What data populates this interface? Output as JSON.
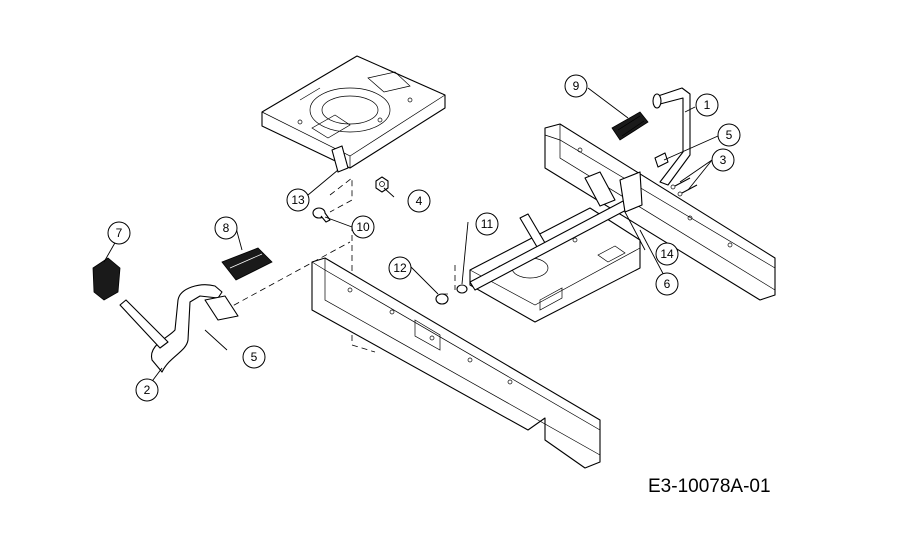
{
  "callouts": [
    {
      "id": "1",
      "label": "1"
    },
    {
      "id": "2",
      "label": "2"
    },
    {
      "id": "3",
      "label": "3"
    },
    {
      "id": "4",
      "label": "4"
    },
    {
      "id": "5a",
      "label": "5"
    },
    {
      "id": "5b",
      "label": "5"
    },
    {
      "id": "6",
      "label": "6"
    },
    {
      "id": "7",
      "label": "7"
    },
    {
      "id": "8",
      "label": "8"
    },
    {
      "id": "9",
      "label": "9"
    },
    {
      "id": "10",
      "label": "10"
    },
    {
      "id": "11",
      "label": "11"
    },
    {
      "id": "12",
      "label": "12"
    },
    {
      "id": "13",
      "label": "13"
    },
    {
      "id": "14",
      "label": "14"
    }
  ],
  "drawing_code": "E3-10078A-01"
}
